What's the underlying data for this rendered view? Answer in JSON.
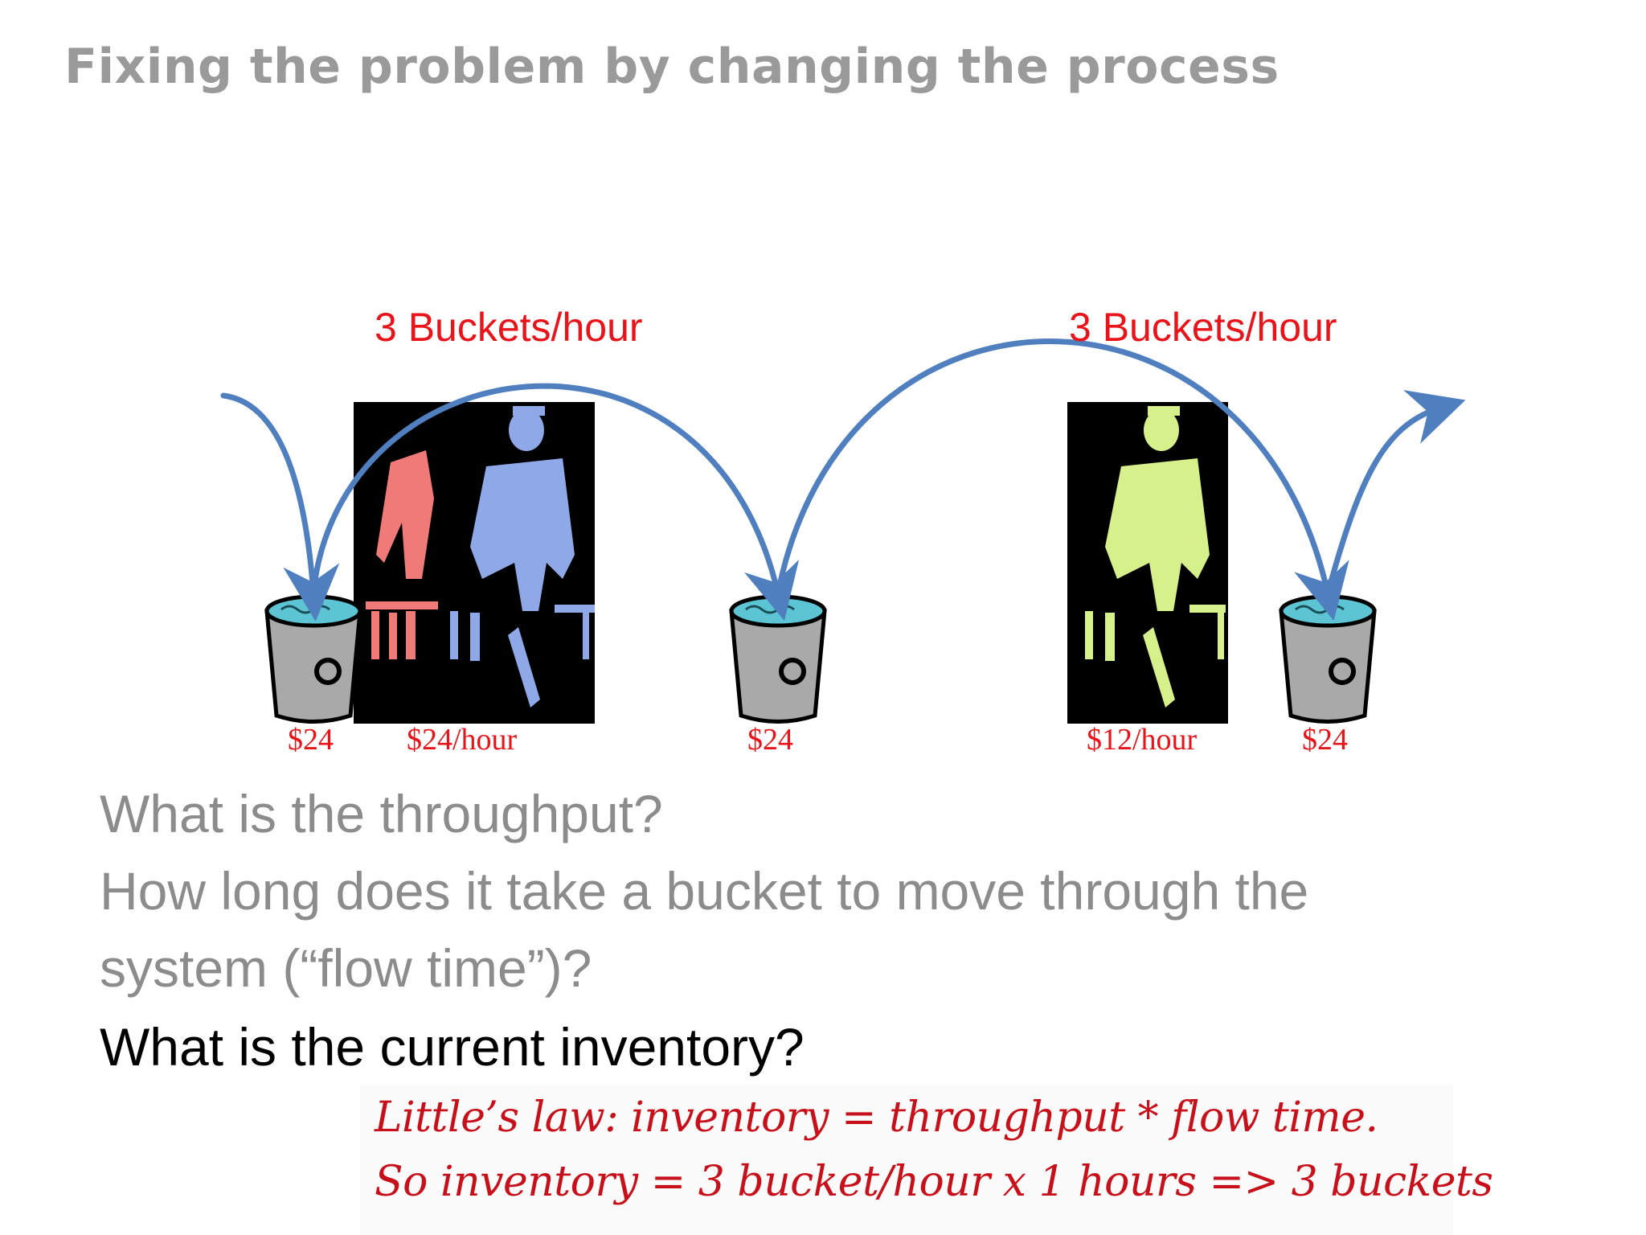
{
  "title": "Fixing the problem by changing the process",
  "diagram": {
    "rate_labels": [
      "3 Buckets/hour",
      "3 Buckets/hour"
    ],
    "bucket_values": [
      "$24",
      "$24",
      "$24"
    ],
    "worker_rates": [
      "$24/hour",
      "$12/hour"
    ],
    "colors": {
      "arrow": "#4f7fbf",
      "label_red": "#e8141a",
      "worker_red": "#f07a78",
      "worker_blue": "#8fa8e8",
      "worker_green": "#d6f08c",
      "bucket_gray": "#a9a9a9",
      "water": "#5cc4d2"
    }
  },
  "questions": [
    "What is the throughput?",
    "How long does it take a bucket to move through the",
    "system (“flow time”)?",
    "What is the current inventory?"
  ],
  "notes": [
    "Little’s law: inventory = throughput * flow time.",
    "So inventory = 3 bucket/hour x 1 hours => 3 buckets"
  ]
}
